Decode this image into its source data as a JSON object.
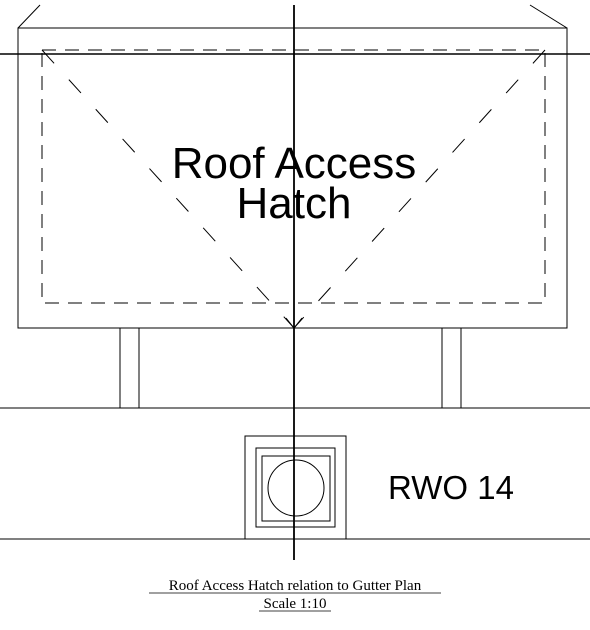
{
  "hatch": {
    "label_line1": "Roof Access",
    "label_line2": "Hatch"
  },
  "outlet": {
    "label": "RWO 14"
  },
  "caption": {
    "title": "Roof Access Hatch relation to Gutter Plan",
    "scale": "Scale 1:10"
  }
}
